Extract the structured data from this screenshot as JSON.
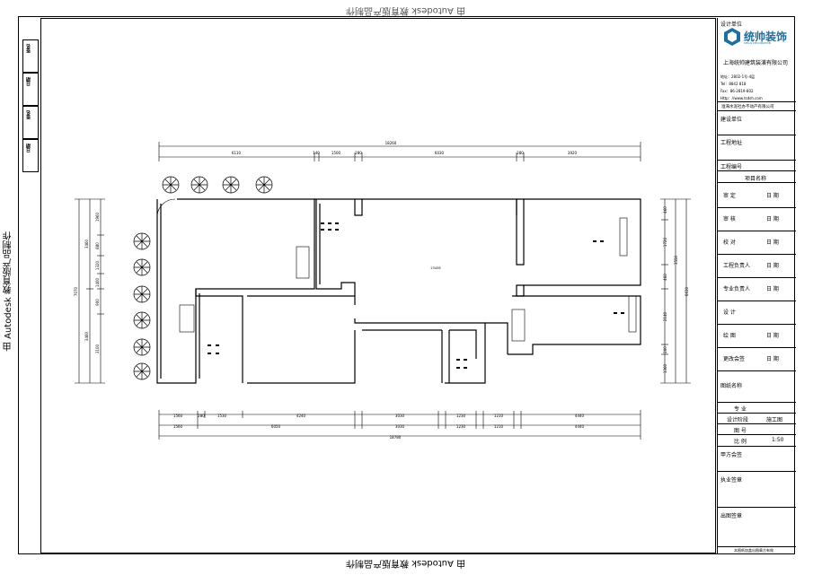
{
  "watermark": {
    "side": "由 Autodesk 教育版产品制作",
    "top": "由 Autodesk 教育版产品制作",
    "bottom": "由 Autodesk 教育版产品制作"
  },
  "left_strip": [
    "签名",
    "日期",
    "签名",
    "日期"
  ],
  "title_block": {
    "design_unit_label": "设计单位",
    "logo_text": "统帅装饰",
    "logo_sub": "SHUAI DECORATION",
    "company_name": "上海统帅建筑装潢有限公司",
    "contact_lines": [
      "地址：2802-1号-4层",
      "Tel：8842 818",
      "Fax：86-2819-802",
      "Http：//www.tsdsh.com"
    ],
    "client_company": "淮海水泥社办不动产有限公司",
    "build_unit_label": "建设单位",
    "project_address_label": "工程地址",
    "project_number_label": "工程编号",
    "project_name_label": "项目名称",
    "sign_rows": [
      {
        "left": "审 定",
        "right": "日 期"
      },
      {
        "left": "审 核",
        "right": "日 期"
      },
      {
        "left": "校 对",
        "right": "日 期"
      },
      {
        "left": "工程负责人",
        "right": "日 期"
      },
      {
        "left": "专业负责人",
        "right": "日 期"
      },
      {
        "left": "设 计",
        "right": ""
      },
      {
        "left": "绘 图",
        "right": "日 期"
      },
      {
        "left": "更改会签",
        "right": "日 期"
      }
    ],
    "drawing_name_label": "图纸名称",
    "specialty_label": "专 业",
    "design_stage_label": "设计阶段",
    "design_stage_value": "施工图",
    "drawing_no_label": "图 号",
    "scale_label": "比 例",
    "scale_value": "1:50",
    "party_a_sign_label": "甲方会签",
    "practice_seal_label": "执业签章",
    "publish_seal_label": "出图签章",
    "footer_note": "本图纸加盖出图章方有效"
  },
  "plan": {
    "top_total": "18260",
    "top_dims": [
      "6110",
      "140",
      "1500",
      "280",
      "6030",
      "280",
      "3920"
    ],
    "bottom_row1": [
      "1560",
      "280",
      "1530",
      "4240",
      "3030",
      "1230",
      "1210",
      "4440"
    ],
    "bottom_row2": [
      "1560",
      "6050",
      "3030",
      "1230",
      "1210",
      "4440"
    ],
    "bottom_total": "18780",
    "left_dims": [
      "1960",
      "880",
      "1320",
      "1400",
      "900",
      "3100"
    ],
    "left_mid": [
      "3460",
      "3460"
    ],
    "left_total": "7070",
    "right_dims": [
      "460",
      "1720",
      "460",
      "2140",
      "200",
      "1360"
    ],
    "right_mid": "3550",
    "right_total": "6630",
    "center_label": "23456"
  }
}
